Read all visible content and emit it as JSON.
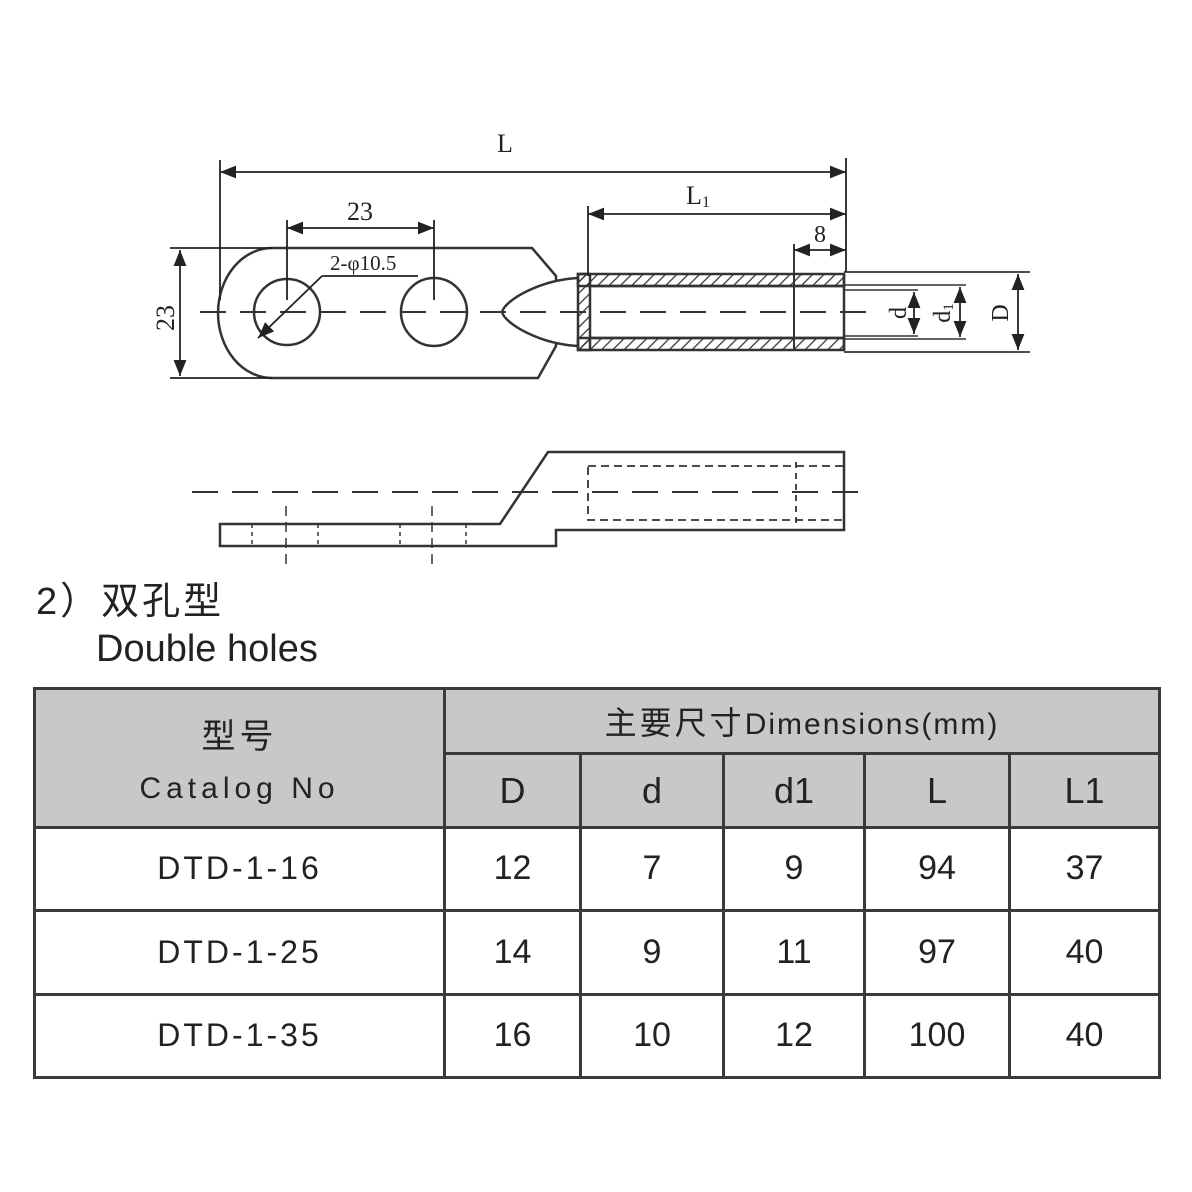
{
  "drawing": {
    "dim_L": "L",
    "dim_L1": "L",
    "dim_L1_sub": "1",
    "dim_23_top": "23",
    "dim_8": "8",
    "dim_holes": "2-φ10.5",
    "dim_23_left": "23",
    "dim_d": "d",
    "dim_d1": "d",
    "dim_d1_sub": "1",
    "dim_D": "D"
  },
  "heading": {
    "cn": "2）双孔型",
    "en": "Double holes"
  },
  "table": {
    "catalog_cn": "型号",
    "catalog_en": "Catalog No",
    "dimensions_cn": "主要尺寸",
    "dimensions_en": "Dimensions(mm)",
    "columns": [
      "D",
      "d",
      "d1",
      "L",
      "L1"
    ],
    "rows": [
      {
        "catalog": "DTD-1-16",
        "values": [
          "12",
          "7",
          "9",
          "94",
          "37"
        ]
      },
      {
        "catalog": "DTD-1-25",
        "values": [
          "14",
          "9",
          "11",
          "97",
          "40"
        ]
      },
      {
        "catalog": "DTD-1-35",
        "values": [
          "16",
          "10",
          "12",
          "100",
          "40"
        ]
      }
    ]
  }
}
